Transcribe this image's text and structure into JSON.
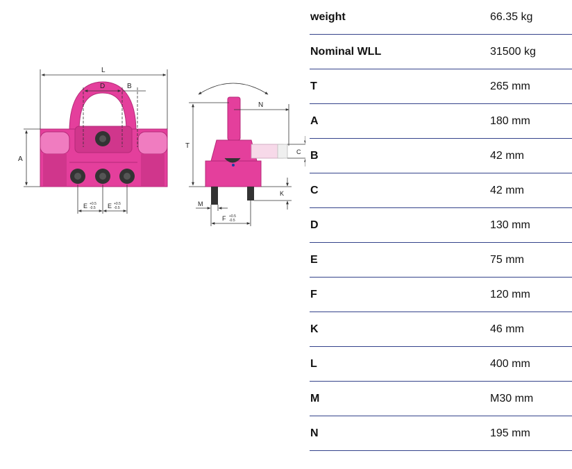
{
  "drawing": {
    "front": {
      "L": "L",
      "D": "D",
      "B": "B",
      "A": "A",
      "E1": "E",
      "E2": "E",
      "tol_plus": "+0.5",
      "tol_minus": "-0.5"
    },
    "side": {
      "N": "N",
      "T": "T",
      "C": "C",
      "K": "K",
      "M": "M",
      "F": "F",
      "tol_plus": "+0.5",
      "tol_minus": "-0.5"
    },
    "colors": {
      "body": "#e43f9c",
      "body_dark": "#c22a80",
      "body_light": "#f07cc0",
      "bolt": "#333333",
      "dim_line": "#333333"
    }
  },
  "specs": [
    {
      "label": "weight",
      "value": "66.35 kg"
    },
    {
      "label": "Nominal WLL",
      "value": "31500 kg"
    },
    {
      "label": "T",
      "value": "265 mm"
    },
    {
      "label": "A",
      "value": "180 mm"
    },
    {
      "label": "B",
      "value": "42 mm"
    },
    {
      "label": "C",
      "value": "42 mm"
    },
    {
      "label": "D",
      "value": "130 mm"
    },
    {
      "label": "E",
      "value": "75 mm"
    },
    {
      "label": "F",
      "value": "120 mm"
    },
    {
      "label": "K",
      "value": "46 mm"
    },
    {
      "label": "L",
      "value": "400 mm"
    },
    {
      "label": "M",
      "value": "M30 mm"
    },
    {
      "label": "N",
      "value": "195 mm"
    }
  ]
}
